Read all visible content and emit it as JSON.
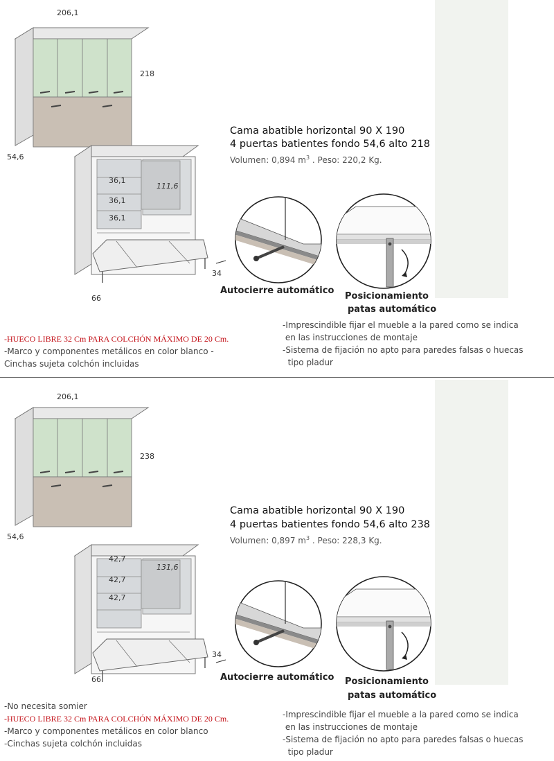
{
  "sections": [
    {
      "title_line1": "Cama abatible horizontal 90 X 190",
      "title_line2": "4 puertas batientes fondo 54,6 alto 218",
      "volume_label": "Volumen: 0,894 m",
      "volume_sup": "3",
      "weight_label": ". Peso: 220,2 Kg.",
      "dim_width": "206,1",
      "dim_height": "218",
      "dim_depth": "54,6",
      "dim_shelf_1": "36,1",
      "dim_shelf_2": "36,1",
      "dim_shelf_3": "36,1",
      "dim_wardrobe": "111,6",
      "dim_leg": "34",
      "dim_bed_depth": "66",
      "caption_close": "Autocierre automático",
      "caption_legs_1": "Posicionamiento",
      "caption_legs_2": "patas automático",
      "notes_left": [
        {
          "text": "-HUECO LIBRE 32 Cm PARA COLCHÓN MÁXIMO DE 20 Cm.",
          "red": true
        },
        {
          "text": "-Marco y componentes metálicos en color blanco -",
          "red": false
        },
        {
          "text": "Cinchas sujeta colchón incluidas",
          "red": false
        }
      ],
      "notes_right": [
        "-Imprescindible fijar el mueble a la pared como se indica",
        " en las instrucciones de montaje",
        "-Sistema de fijación no apto para paredes falsas o huecas",
        "  tipo pladur"
      ]
    },
    {
      "title_line1": "Cama abatible horizontal 90 X 190",
      "title_line2": "4 puertas batientes fondo 54,6 alto 238",
      "volume_label": "Volumen: 0,897 m",
      "volume_sup": "3",
      "weight_label": ". Peso: 228,3 Kg.",
      "dim_width": "206,1",
      "dim_height": "238",
      "dim_depth": "54,6",
      "dim_shelf_1": "42,7",
      "dim_shelf_2": "42,7",
      "dim_shelf_3": "42,7",
      "dim_wardrobe": "131,6",
      "dim_leg": "34",
      "dim_bed_depth": "66",
      "caption_close": "Autocierre automático",
      "caption_legs_1": "Posicionamiento",
      "caption_legs_2": "patas automático",
      "notes_left": [
        {
          "text": "-No necesita somier",
          "red": false
        },
        {
          "text": "-HUECO LIBRE 32 Cm PARA COLCHÓN MÁXIMO DE 20 Cm.",
          "red": true
        },
        {
          "text": "-Marco y componentes metálicos en color blanco",
          "red": false
        },
        {
          "text": "-Cinchas sujeta colchón incluidas",
          "red": false
        }
      ],
      "notes_right": [
        "-Imprescindible fijar el mueble a la pared como se indica",
        " en las instrucciones de montaje",
        "-Sistema de fijación no apto para paredes falsas o huecas",
        "  tipo pladur"
      ]
    }
  ],
  "colors": {
    "door_green": "#cfe2cb",
    "bed_panel": "#c9bfb4",
    "frame": "#ececec",
    "interior": "#d6d9dc",
    "red_note": "#c4151c",
    "sidebar": "#f1f3ef"
  }
}
